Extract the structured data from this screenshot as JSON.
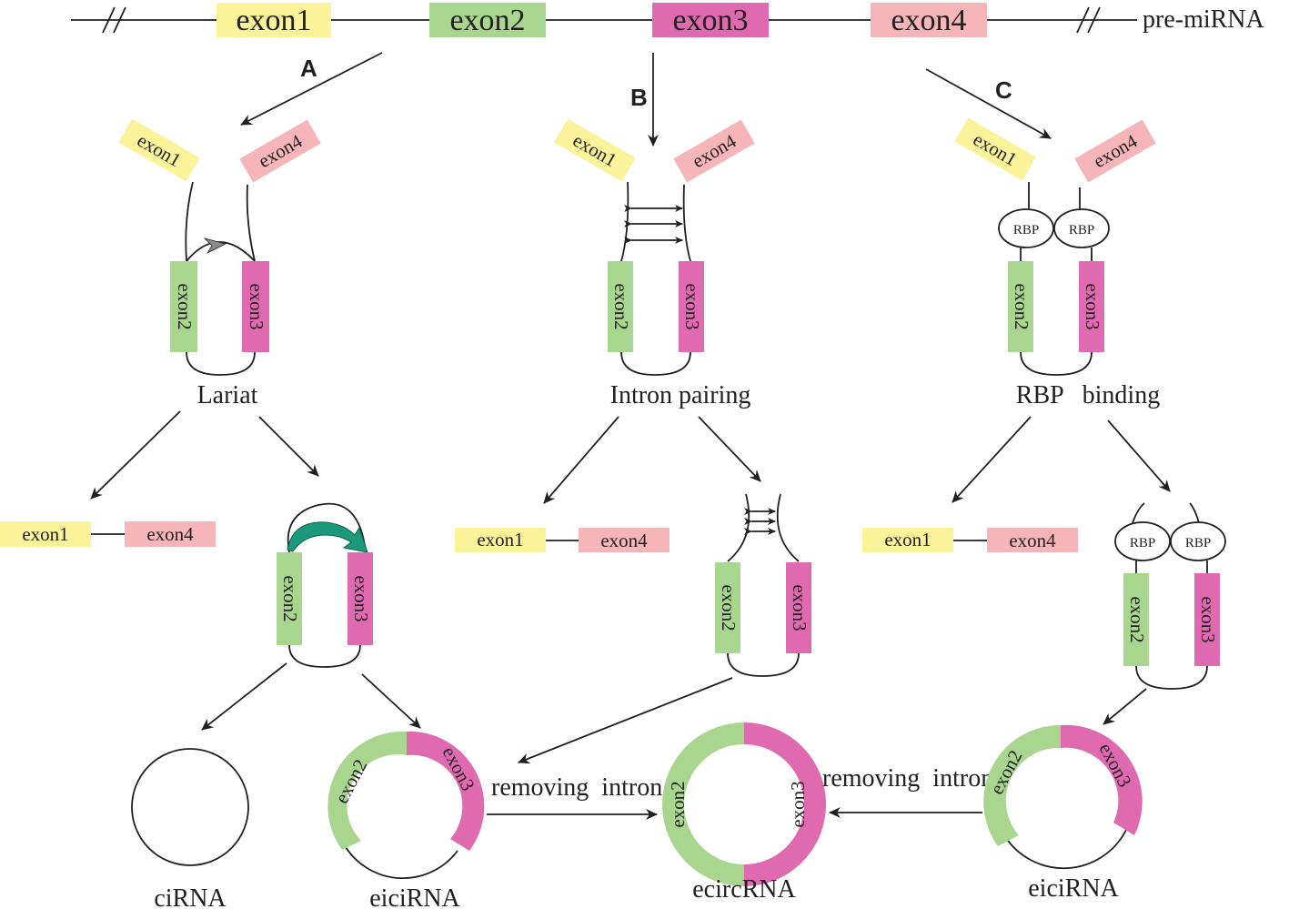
{
  "colors": {
    "exon1": "#faf39a",
    "exon2": "#a8d68f",
    "exon3": "#e06ab0",
    "exon4": "#f6b5b8",
    "ink": "#231f20",
    "spliceosome": "#1a9a7a"
  },
  "premirna": {
    "exon1": "exon1",
    "exon2": "exon2",
    "exon3": "exon3",
    "exon4": "exon4",
    "label": "pre-miRNA"
  },
  "panels": {
    "a": {
      "letter": "A",
      "exon1": "exon1",
      "exon4": "exon4",
      "exon2": "exon2",
      "exon3": "exon3",
      "caption": "Lariat",
      "product_exon1": "exon1",
      "product_exon4": "exon4",
      "lariat_exon2": "exon2",
      "lariat_exon3": "exon3"
    },
    "b": {
      "letter": "B",
      "exon1": "exon1",
      "exon4": "exon4",
      "exon2": "exon2",
      "exon3": "exon3",
      "caption": "Intron pairing",
      "product_exon1": "exon1",
      "product_exon4": "exon4",
      "pair_exon2": "exon2",
      "pair_exon3": "exon3"
    },
    "c": {
      "letter": "C",
      "exon1": "exon1",
      "exon4": "exon4",
      "rbp_left": "RBP",
      "rbp_right": "RBP",
      "exon2": "exon2",
      "exon3": "exon3",
      "caption": "RBP   binding",
      "product_exon1": "exon1",
      "product_exon4": "exon4",
      "rbp2_left": "RBP",
      "rbp2_right": "RBP",
      "pair_exon2": "exon2",
      "pair_exon3": "exon3"
    }
  },
  "products": {
    "cirna": "ciRNA",
    "eicirna_left": "eiciRNA",
    "eicirna_left_exon2": "exon2",
    "eicirna_left_exon3": "exon3",
    "ecircrna": "ecircRNA",
    "ecircrna_exon2": "exon2",
    "ecircrna_exon3": "exon3",
    "eicirna_right": "eiciRNA",
    "eicirna_right_exon2": "exon2",
    "eicirna_right_exon3": "exon3",
    "removing_intron_left": "removing  intron",
    "removing_intron_right": "removing  intron"
  }
}
